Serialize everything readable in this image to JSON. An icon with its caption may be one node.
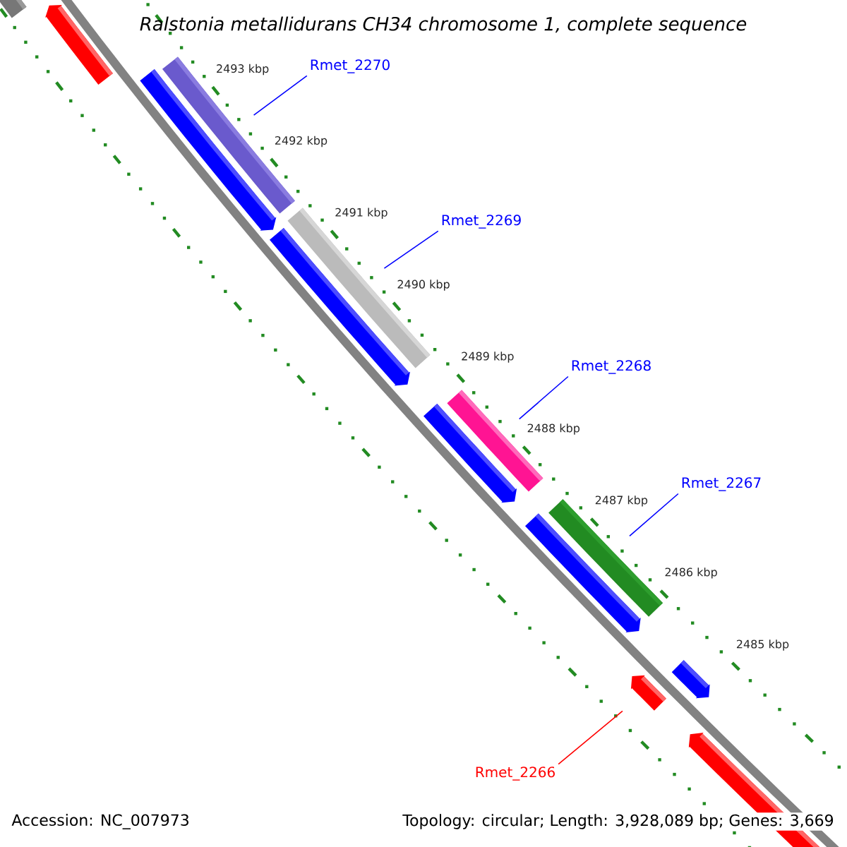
{
  "diagram": {
    "title": "Ralstonia metallidurans CH34 chromosome 1, complete sequence",
    "nodes": [
      {
        "text": [
          "Rmet_2270"
        ]
      },
      {
        "text": [],
        "shape": "bar"
      },
      {
        "text": [
          "Rmet_2269"
        ]
      },
      {
        "text": [],
        "shape": "bar"
      },
      {
        "text": [
          "Rmet_2268"
        ]
      },
      {
        "text": [],
        "shape": "bar"
      },
      {
        "text": [
          "Rmet_2267"
        ]
      },
      {
        "text": [],
        "shape": "bar"
      },
      {
        "text": [
          "Rmet_2266"
        ]
      },
      {
        "text": [],
        "shape": "bar"
      }
    ],
    "edges": [
      {
        "from": 0,
        "to": 1,
        "arrow": "none"
      },
      {
        "from": 2,
        "to": 3,
        "arrow": "none"
      },
      {
        "from": 4,
        "to": 5,
        "arrow": "none"
      },
      {
        "from": 6,
        "to": 7,
        "arrow": "none"
      },
      {
        "from": 8,
        "to": 9,
        "arrow": "none",
        "color": "#ff0000"
      }
    ],
    "labels": [
      "2493 kbp",
      "2492 kbp",
      "2491 kbp",
      "2490 kbp",
      "2489 kbp",
      "2488 kbp",
      "2487 kbp",
      "2486 kbp",
      "2485 kbp",
      "Accession: NC_007973",
      "Topology: circular; Length: 3,928,089 bp; Genes: 3,669"
    ]
  }
}
